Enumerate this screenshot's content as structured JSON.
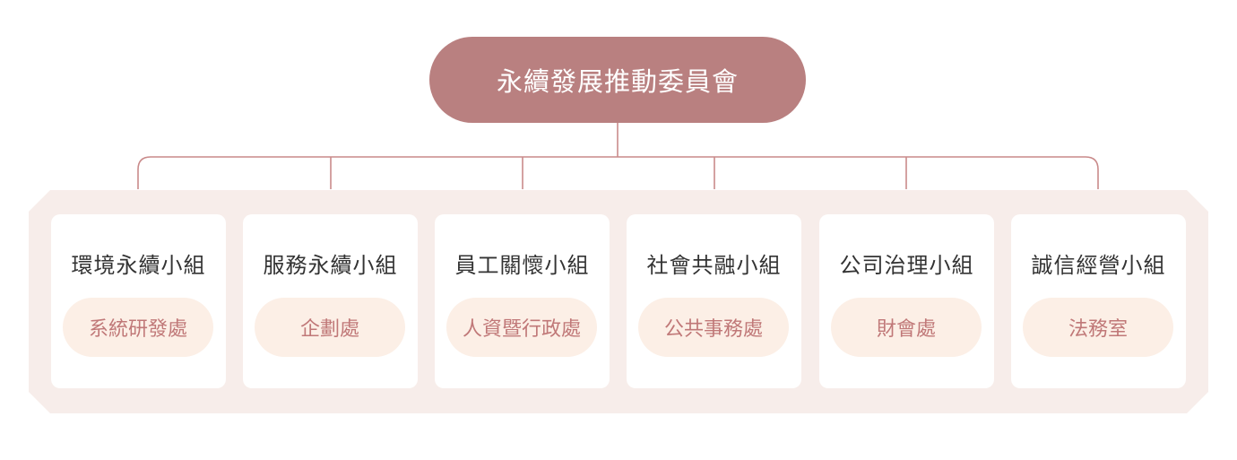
{
  "committee": {
    "title": "永續發展推動委員會"
  },
  "groups": [
    {
      "name": "環境永續小組",
      "unit": "系統研發處"
    },
    {
      "name": "服務永續小組",
      "unit": "企劃處"
    },
    {
      "name": "員工關懷小組",
      "unit": "人資暨行政處"
    },
    {
      "name": "社會共融小組",
      "unit": "公共事務處"
    },
    {
      "name": "公司治理小組",
      "unit": "財會處"
    },
    {
      "name": "誠信經營小組",
      "unit": "法務室"
    }
  ],
  "colors": {
    "root_fill": "#B98080",
    "connector": "#C98A8A",
    "panel_fill": "#F7EDEA",
    "pill_fill": "#FCEFE6",
    "pill_text": "#C07878"
  }
}
